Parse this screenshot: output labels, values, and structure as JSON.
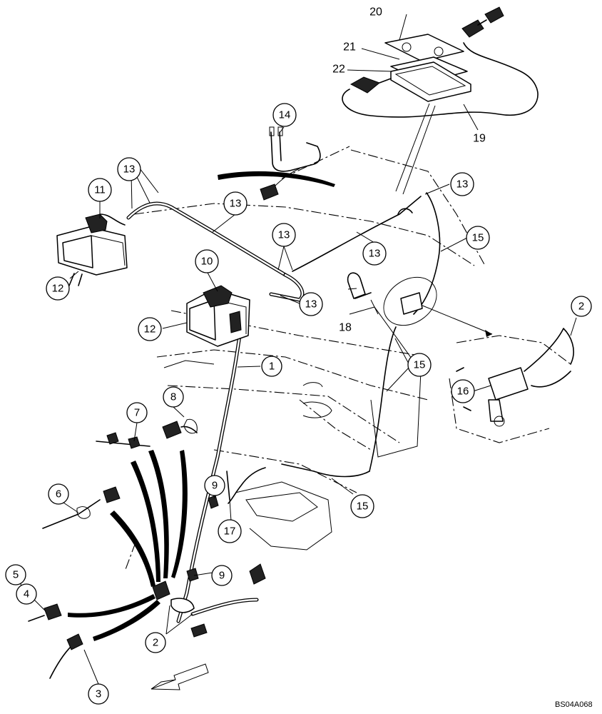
{
  "diagram": {
    "drawing_code": "BS04A068",
    "callouts": [
      {
        "id": "c1",
        "label": "1",
        "circled": true
      },
      {
        "id": "c2a",
        "label": "2",
        "circled": true
      },
      {
        "id": "c2b",
        "label": "2",
        "circled": true
      },
      {
        "id": "c3",
        "label": "3",
        "circled": true
      },
      {
        "id": "c4",
        "label": "4",
        "circled": true
      },
      {
        "id": "c5",
        "label": "5",
        "circled": true
      },
      {
        "id": "c6",
        "label": "6",
        "circled": true
      },
      {
        "id": "c7",
        "label": "7",
        "circled": true
      },
      {
        "id": "c8",
        "label": "8",
        "circled": true
      },
      {
        "id": "c9a",
        "label": "9",
        "circled": true
      },
      {
        "id": "c9b",
        "label": "9",
        "circled": true
      },
      {
        "id": "c10",
        "label": "10",
        "circled": true
      },
      {
        "id": "c11",
        "label": "11",
        "circled": true
      },
      {
        "id": "c12a",
        "label": "12",
        "circled": true
      },
      {
        "id": "c12b",
        "label": "12",
        "circled": true
      },
      {
        "id": "c13a",
        "label": "13",
        "circled": true
      },
      {
        "id": "c13b",
        "label": "13",
        "circled": true
      },
      {
        "id": "c13c",
        "label": "13",
        "circled": true
      },
      {
        "id": "c13d",
        "label": "13",
        "circled": true
      },
      {
        "id": "c13e",
        "label": "13",
        "circled": true
      },
      {
        "id": "c13f",
        "label": "13",
        "circled": true
      },
      {
        "id": "c14",
        "label": "14",
        "circled": true
      },
      {
        "id": "c15a",
        "label": "15",
        "circled": true
      },
      {
        "id": "c15b",
        "label": "15",
        "circled": true
      },
      {
        "id": "c15c",
        "label": "15",
        "circled": true
      },
      {
        "id": "c16",
        "label": "16",
        "circled": true
      },
      {
        "id": "c17",
        "label": "17",
        "circled": true
      },
      {
        "id": "c18",
        "label": "18",
        "circled": false
      },
      {
        "id": "c19",
        "label": "19",
        "circled": false
      },
      {
        "id": "c20",
        "label": "20",
        "circled": false
      },
      {
        "id": "c21",
        "label": "21",
        "circled": false
      },
      {
        "id": "c22",
        "label": "22",
        "circled": false
      }
    ]
  }
}
